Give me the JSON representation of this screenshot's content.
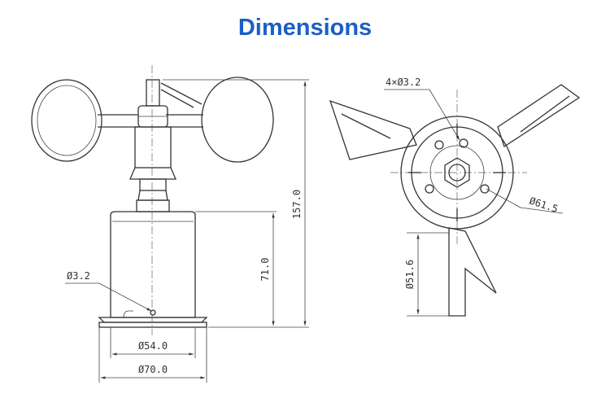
{
  "header": {
    "title": "Dimensions"
  },
  "side_view": {
    "overall_height": "157.0",
    "body_height": "71.0",
    "hole_dia": "Ø3.2",
    "body_dia": "Ø54.0",
    "base_dia": "Ø70.0"
  },
  "top_view": {
    "holes": "4×Ø3.2",
    "circle_dia": "Ø61.5",
    "inner_dia": "Ø51.6"
  }
}
